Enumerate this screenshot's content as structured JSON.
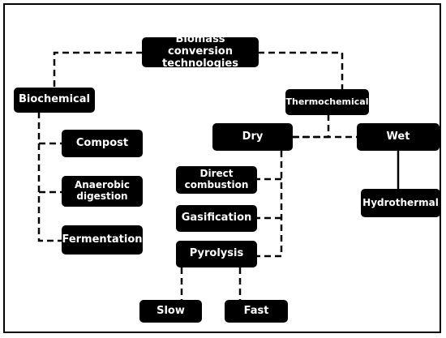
{
  "diagram": {
    "root": "Biomass conversion technologies",
    "branches": {
      "biochemical": {
        "label": "Biochemical",
        "children": [
          "Compost",
          "Anaerobic digestion",
          "Fermentation"
        ]
      },
      "thermochemical": {
        "label": "Thermochemical",
        "dry": {
          "label": "Dry",
          "children": [
            "Direct combustion",
            "Gasification",
            "Pyrolysis"
          ],
          "pyrolysis_types": [
            "Slow",
            "Fast"
          ]
        },
        "wet": {
          "label": "Wet",
          "children": [
            "Hydrothermal"
          ]
        }
      }
    },
    "colors": {
      "node_fill": "#000000",
      "node_text": "#ffffff",
      "connector": "#000000",
      "background": "#ffffff"
    }
  }
}
